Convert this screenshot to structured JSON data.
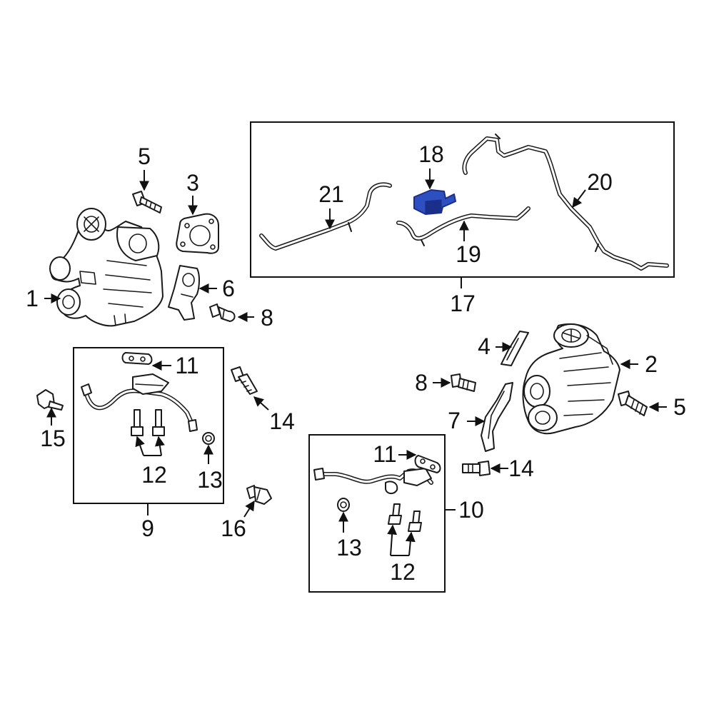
{
  "callouts": {
    "c1": "1",
    "c2": "2",
    "c3": "3",
    "c4": "4",
    "c5a": "5",
    "c5b": "5",
    "c6": "6",
    "c7": "7",
    "c8a": "8",
    "c8b": "8",
    "c9": "9",
    "c10": "10",
    "c11a": "11",
    "c11b": "11",
    "c12a": "12",
    "c12b": "12",
    "c13a": "13",
    "c13b": "13",
    "c14a": "14",
    "c14b": "14",
    "c15": "15",
    "c16": "16",
    "c17": "17",
    "c18": "18",
    "c19": "19",
    "c20": "20",
    "c21": "21"
  },
  "colors": {
    "highlight": "#2e4fc0",
    "highlight_shade": "#1a2f8a",
    "line": "#1a1a1a",
    "background": "#ffffff"
  },
  "highlighted_part": "18"
}
